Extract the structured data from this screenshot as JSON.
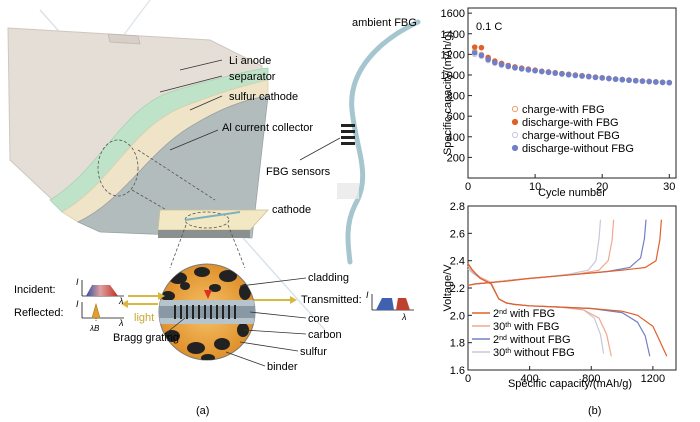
{
  "panel_a": {
    "label": "(a)",
    "callouts": {
      "li_anode": "Li anode",
      "separator": "separator",
      "sulfur_cathode": "sulfur cathode",
      "al_collector": "Al current collector",
      "ambient_fbg": "ambient FBG",
      "fbg_sensors": "FBG sensors",
      "cathode": "cathode",
      "cladding": "cladding",
      "core": "core",
      "carbon": "carbon",
      "sulfur": "sulfur",
      "binder": "binder",
      "bragg_grating": "Bragg grating"
    },
    "optics": {
      "incident": "Incident:",
      "reflected": "Reflected:",
      "transmitted": "Transmitted:",
      "light": "light",
      "i_symbol": "I",
      "lambda_symbol": "λ",
      "lambda_b": "λB"
    }
  },
  "panel_b": {
    "label": "(b)",
    "colors": {
      "with_fbg_charge": "#f0a070",
      "with_fbg_discharge": "#e0602a",
      "without_fbg_charge": "#c8c8d8",
      "without_fbg_discharge": "#7080c8"
    }
  },
  "chart_data": [
    {
      "type": "scatter",
      "title": "",
      "annotation": "0.1 C",
      "xlabel": "Cycle number",
      "ylabel": "Specific capacity/(mAh/g)",
      "xlim": [
        0,
        31
      ],
      "ylim": [
        0,
        1650
      ],
      "xticks": [
        0,
        10,
        20,
        30
      ],
      "yticks": [
        200,
        400,
        600,
        800,
        1000,
        1200,
        1400,
        1600
      ],
      "series": [
        {
          "name": "charge-with FBG",
          "marker": "open",
          "color": "#f0a070",
          "x": [
            1,
            2,
            3,
            4,
            5,
            6,
            7,
            8,
            9,
            10,
            11,
            12,
            13,
            14,
            15,
            16,
            17,
            18,
            19,
            20,
            21,
            22,
            23,
            24,
            25,
            26,
            27,
            28,
            29,
            30
          ],
          "values": [
            1230,
            1200,
            1160,
            1130,
            1110,
            1090,
            1075,
            1065,
            1055,
            1045,
            1035,
            1028,
            1020,
            1012,
            1005,
            998,
            992,
            985,
            978,
            972,
            966,
            960,
            955,
            950,
            945,
            940,
            936,
            932,
            928,
            925
          ]
        },
        {
          "name": "discharge-with FBG",
          "marker": "filled",
          "color": "#e0602a",
          "x": [
            1,
            2,
            3,
            4,
            5,
            6,
            7,
            8,
            9,
            10,
            11,
            12,
            13,
            14,
            15,
            16,
            17,
            18,
            19,
            20,
            21,
            22,
            23,
            24,
            25,
            26,
            27,
            28,
            29,
            30
          ],
          "values": [
            1270,
            1265,
            1170,
            1135,
            1112,
            1092,
            1078,
            1066,
            1056,
            1046,
            1036,
            1029,
            1021,
            1013,
            1006,
            999,
            993,
            986,
            979,
            973,
            967,
            961,
            956,
            951,
            946,
            941,
            937,
            933,
            929,
            926
          ]
        },
        {
          "name": "charge-without FBG",
          "marker": "open",
          "color": "#c8c8d8",
          "x": [
            1,
            2,
            3,
            4,
            5,
            6,
            7,
            8,
            9,
            10,
            11,
            12,
            13,
            14,
            15,
            16,
            17,
            18,
            19,
            20,
            21,
            22,
            23,
            24,
            25,
            26,
            27,
            28,
            29,
            30
          ],
          "values": [
            1200,
            1180,
            1140,
            1115,
            1095,
            1080,
            1068,
            1058,
            1048,
            1040,
            1032,
            1024,
            1016,
            1008,
            1001,
            994,
            988,
            982,
            976,
            970,
            964,
            958,
            953,
            948,
            943,
            939,
            935,
            931,
            927,
            924
          ]
        },
        {
          "name": "discharge-without FBG",
          "marker": "filled",
          "color": "#7080c8",
          "x": [
            1,
            2,
            3,
            4,
            5,
            6,
            7,
            8,
            9,
            10,
            11,
            12,
            13,
            14,
            15,
            16,
            17,
            18,
            19,
            20,
            21,
            22,
            23,
            24,
            25,
            26,
            27,
            28,
            29,
            30
          ],
          "values": [
            1215,
            1190,
            1150,
            1120,
            1100,
            1084,
            1070,
            1060,
            1050,
            1042,
            1034,
            1026,
            1018,
            1010,
            1003,
            996,
            990,
            984,
            977,
            971,
            965,
            959,
            954,
            949,
            944,
            940,
            936,
            932,
            928,
            925
          ]
        }
      ],
      "legend_position": "bottom-right"
    },
    {
      "type": "line",
      "title": "",
      "xlabel": "Specific capacity/(mAh/g)",
      "ylabel": "Voltage/V",
      "xlim": [
        0,
        1350
      ],
      "ylim": [
        1.6,
        2.8
      ],
      "xticks": [
        0,
        400,
        800,
        1200
      ],
      "yticks": [
        1.6,
        1.8,
        2.0,
        2.2,
        2.4,
        2.6,
        2.8
      ],
      "series": [
        {
          "name": "2nd with FBG",
          "cycle": "2",
          "suffix": "nd",
          "label_rest": " with FBG",
          "color": "#e0602a",
          "discharge": {
            "x": [
              0,
              30,
              80,
              150,
              200,
              250,
              300,
              400,
              600,
              800,
              1000,
              1100,
              1200,
              1250,
              1290
            ],
            "y": [
              2.38,
              2.33,
              2.27,
              2.23,
              2.12,
              2.09,
              2.08,
              2.07,
              2.06,
              2.05,
              2.03,
              2.0,
              1.92,
              1.8,
              1.7
            ]
          },
          "charge": {
            "x": [
              0,
              50,
              150,
              250,
              400,
              600,
              800,
              1000,
              1150,
              1220,
              1245,
              1255
            ],
            "y": [
              2.22,
              2.23,
              2.24,
              2.25,
              2.27,
              2.29,
              2.31,
              2.33,
              2.35,
              2.4,
              2.55,
              2.7
            ]
          }
        },
        {
          "name": "30th with FBG",
          "cycle": "30",
          "suffix": "th",
          "label_rest": " with FBG",
          "color": "#f0a890",
          "discharge": {
            "x": [
              0,
              30,
              80,
              150,
              200,
              250,
              300,
              400,
              600,
              750,
              850,
              900,
              930
            ],
            "y": [
              2.36,
              2.32,
              2.28,
              2.24,
              2.12,
              2.09,
              2.08,
              2.07,
              2.06,
              2.04,
              1.98,
              1.86,
              1.7
            ]
          },
          "charge": {
            "x": [
              0,
              50,
              150,
              300,
              500,
              700,
              850,
              910,
              935,
              945
            ],
            "y": [
              2.22,
              2.23,
              2.24,
              2.26,
              2.28,
              2.3,
              2.33,
              2.4,
              2.55,
              2.7
            ]
          }
        },
        {
          "name": "2nd without FBG",
          "cycle": "2",
          "suffix": "nd",
          "label_rest": " without FBG",
          "color": "#7080c8",
          "discharge": {
            "x": [
              0,
              30,
              80,
              150,
              200,
              250,
              300,
              400,
              600,
              800,
              1000,
              1100,
              1150,
              1180
            ],
            "y": [
              2.36,
              2.32,
              2.27,
              2.23,
              2.12,
              2.09,
              2.08,
              2.07,
              2.06,
              2.05,
              2.02,
              1.95,
              1.85,
              1.7
            ]
          },
          "charge": {
            "x": [
              0,
              50,
              150,
              300,
              500,
              700,
              900,
              1050,
              1120,
              1145,
              1155
            ],
            "y": [
              2.22,
              2.23,
              2.24,
              2.26,
              2.28,
              2.3,
              2.32,
              2.35,
              2.42,
              2.56,
              2.7
            ]
          }
        },
        {
          "name": "30th without FBG",
          "cycle": "30",
          "suffix": "th",
          "label_rest": " without FBG",
          "color": "#c8c8d8",
          "discharge": {
            "x": [
              0,
              30,
              80,
              150,
              200,
              250,
              300,
              400,
              600,
              750,
              820,
              860,
              880
            ],
            "y": [
              2.34,
              2.31,
              2.27,
              2.23,
              2.12,
              2.09,
              2.08,
              2.07,
              2.06,
              2.04,
              1.98,
              1.86,
              1.72
            ]
          },
          "charge": {
            "x": [
              0,
              50,
              150,
              300,
              500,
              650,
              780,
              830,
              850,
              860
            ],
            "y": [
              2.22,
              2.23,
              2.24,
              2.26,
              2.28,
              2.3,
              2.33,
              2.4,
              2.56,
              2.7
            ]
          }
        }
      ],
      "legend_position": "bottom-left"
    }
  ]
}
